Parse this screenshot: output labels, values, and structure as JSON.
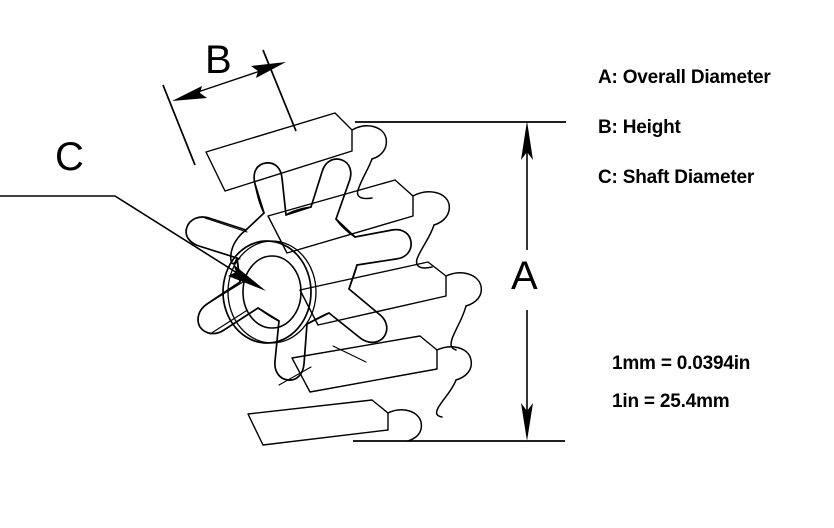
{
  "diagram": {
    "title": "Flexible Impeller Dimension Diagram",
    "subject": "water pump flexible impeller",
    "view": "isometric 3D line drawing",
    "background_color": "#ffffff",
    "line_color": "#000000",
    "blade_count": 12
  },
  "dimension_labels": {
    "a": "A",
    "b": "B",
    "c": "C"
  },
  "legend": {
    "items": [
      {
        "key": "A",
        "text": "A: Overall Diameter"
      },
      {
        "key": "B",
        "text": "B: Height"
      },
      {
        "key": "C",
        "text": "C:  Shaft Diameter"
      }
    ]
  },
  "conversions": {
    "lines": [
      "1mm = 0.0394in",
      "1in = 25.4mm"
    ]
  },
  "measurements": {
    "a_description": "Overall Diameter - vertical double arrow on right side of impeller",
    "b_description": "Height - slanted double arrow across top depth of impeller",
    "c_description": "Shaft Diameter - leader line pointing to central bore"
  }
}
